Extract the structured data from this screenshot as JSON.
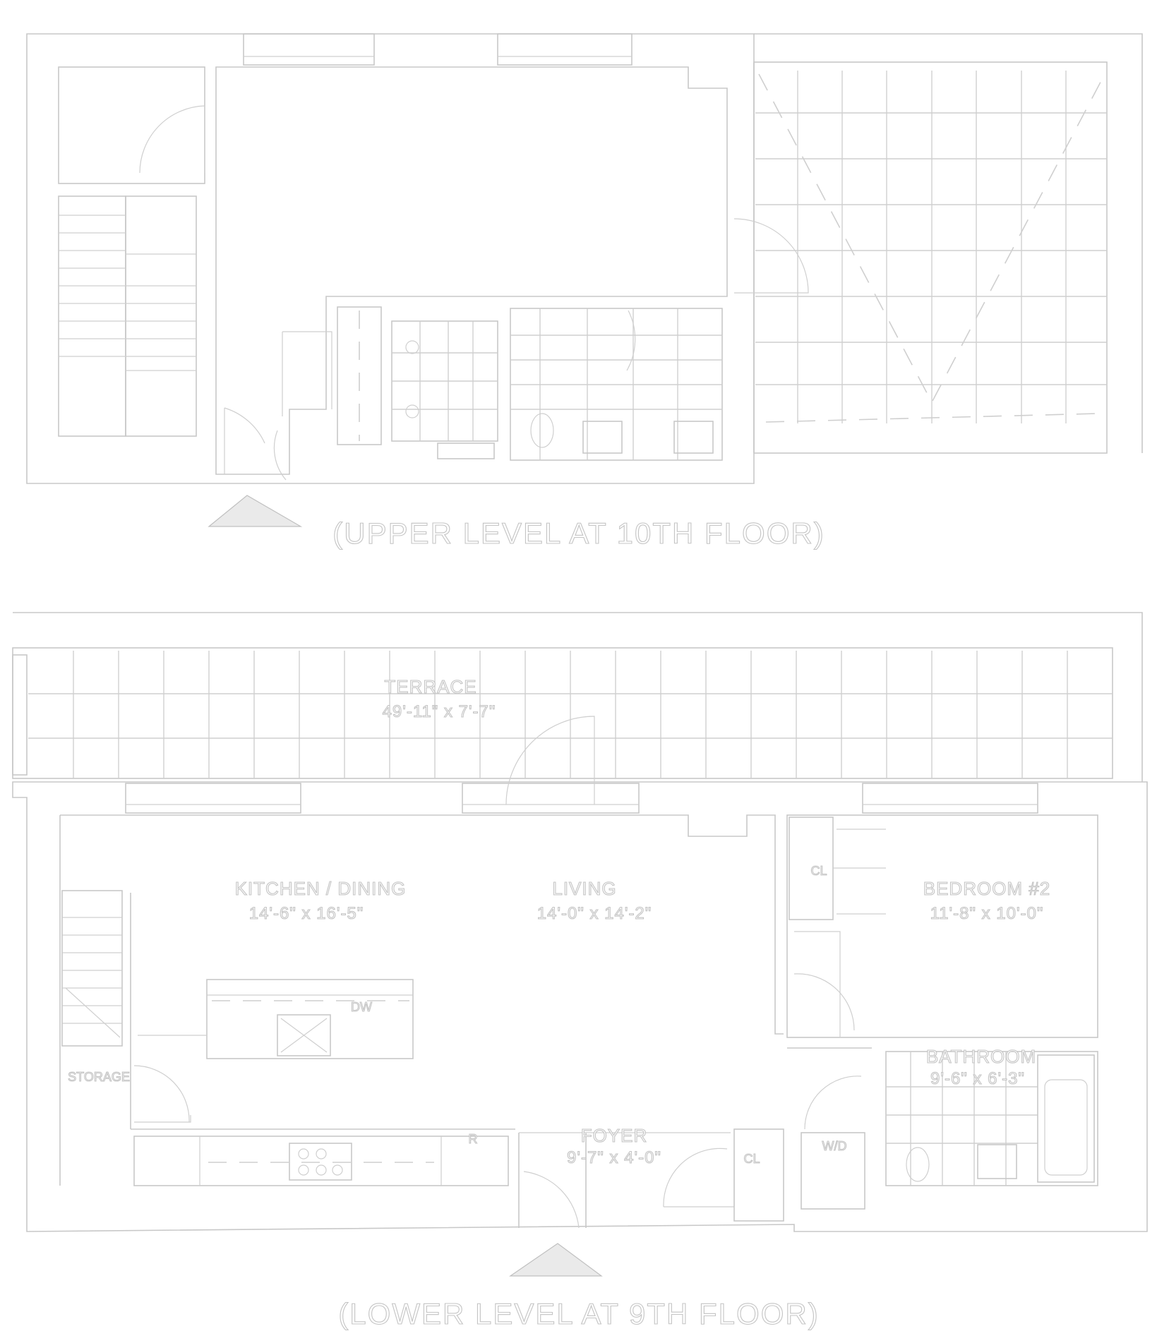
{
  "levels": {
    "upper": {
      "title": "(UPPER LEVEL AT 10TH FLOOR)"
    },
    "lower": {
      "title": "(LOWER LEVEL AT 9TH FLOOR)"
    }
  },
  "rooms": {
    "terrace": {
      "name": "TERRACE",
      "dims": "49'-11\" x 7'-7\""
    },
    "kitchen": {
      "name": "KITCHEN / DINING",
      "dims": "14'-6\" x 16'-5\""
    },
    "living": {
      "name": "LIVING",
      "dims": "14'-0\" x 14'-2\""
    },
    "bedroom2": {
      "name": "BEDROOM #2",
      "dims": "11'-8\" x 10'-0\""
    },
    "bathroom": {
      "name": "BATHROOM",
      "dims": "9'-6\" x 6'-3\""
    },
    "foyer": {
      "name": "FOYER",
      "dims": "9'-7\" x 4'-0\""
    }
  },
  "fixtures": {
    "storage": "STORAGE",
    "closet_bedroom": "CL",
    "closet_foyer": "CL",
    "washer_dryer": "W/D",
    "dishwasher": "DW",
    "refrigerator": "R"
  },
  "colors": {
    "line": "#c8c8c8",
    "background": "#ffffff"
  }
}
